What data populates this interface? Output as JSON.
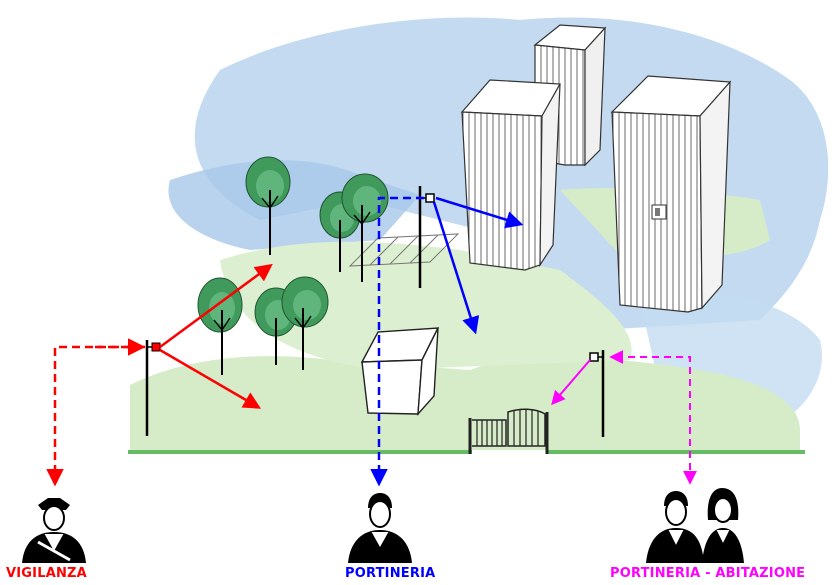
{
  "labels": {
    "vigilanza": "VIGILANZA",
    "portineria": "PORTINERIA",
    "portineria_abitazione": "PORTINERIA - ABITAZIONE"
  },
  "colors": {
    "vigilanza": "#ff0000",
    "portineria": "#0000ff",
    "portineria_abitazione": "#ff00ff",
    "ground": "#66bb66",
    "sky": "#b9d4ee",
    "grass": "#d6ecc8",
    "tree": "#3f9a5c"
  },
  "icons": [
    "camera-pole-icon",
    "tree-icon",
    "building-icon",
    "gate-icon",
    "guard-icon",
    "porter-icon",
    "resident-icon"
  ]
}
